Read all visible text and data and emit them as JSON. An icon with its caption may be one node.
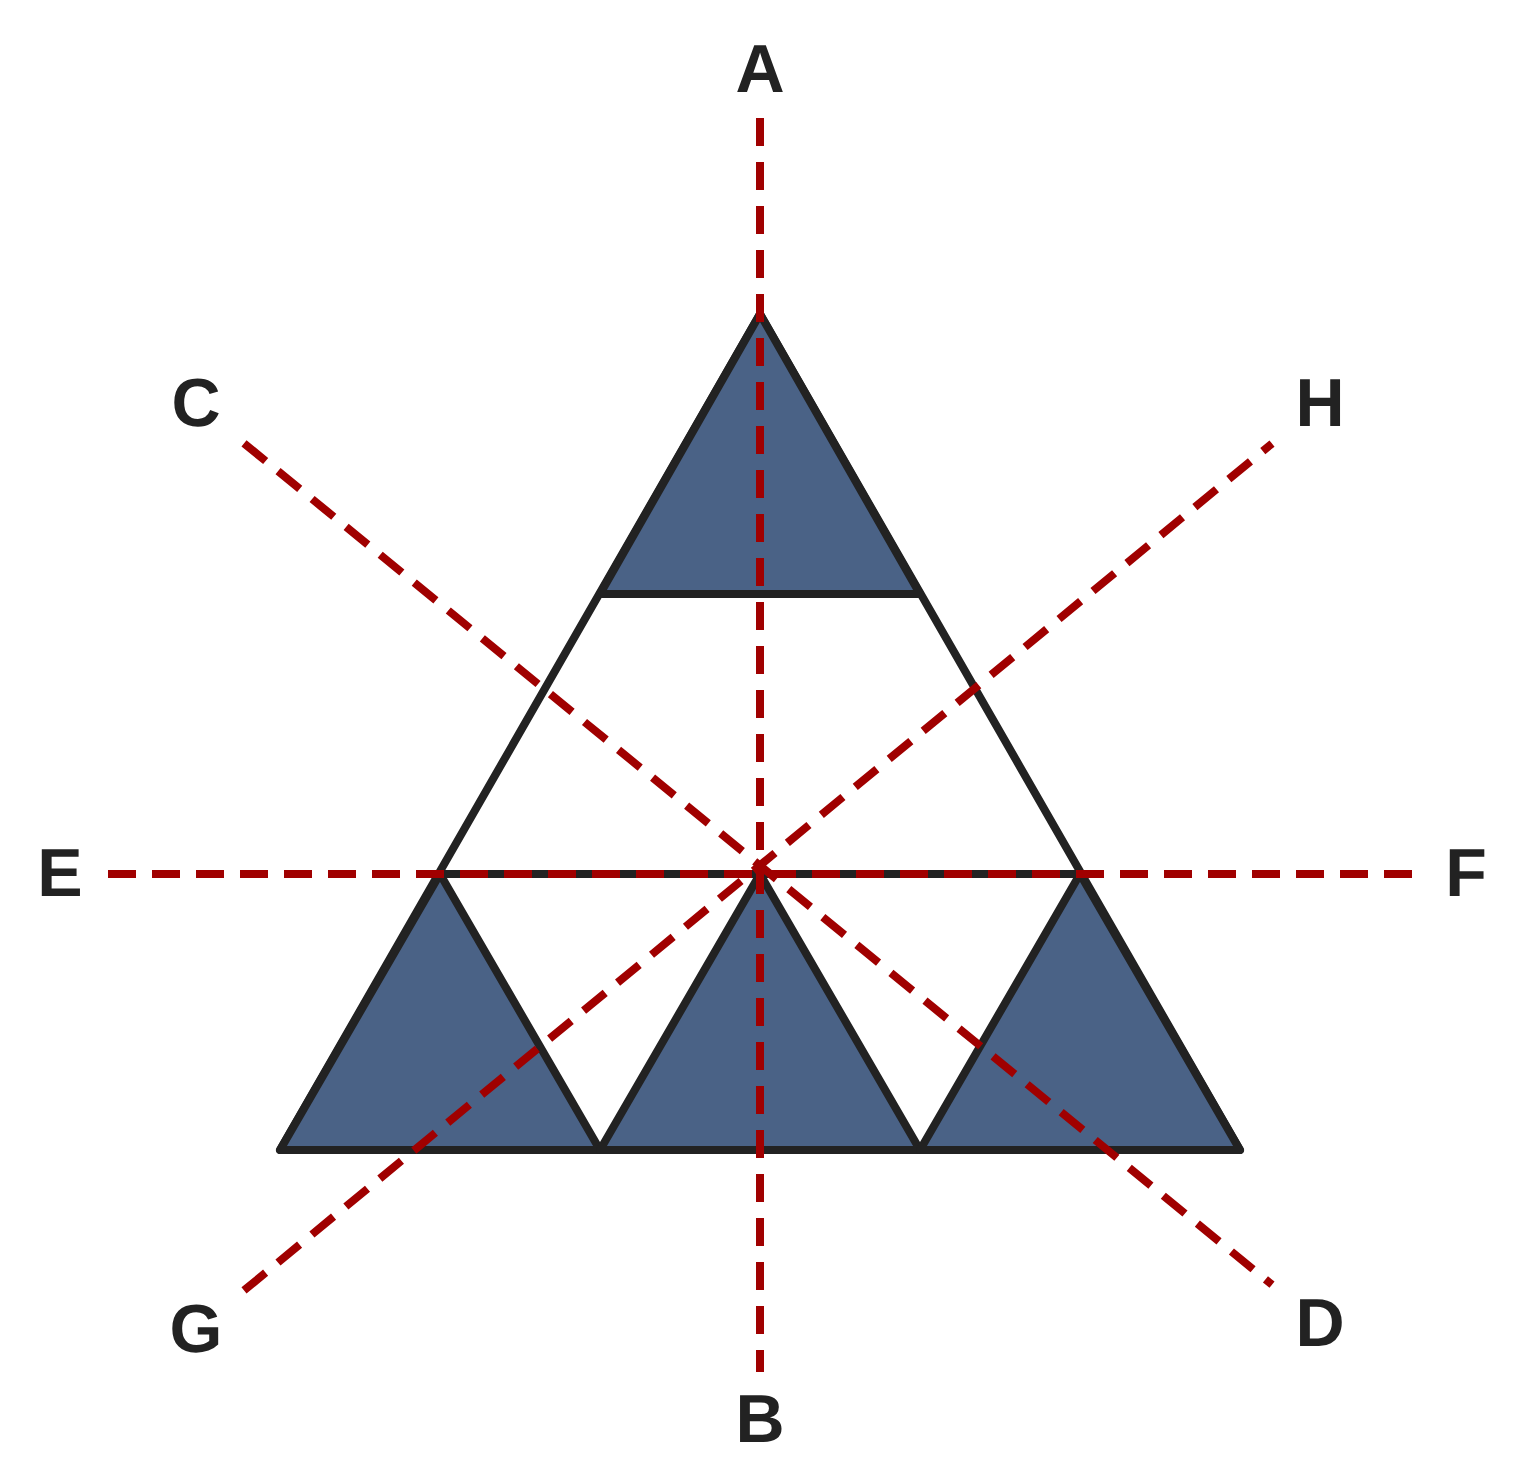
{
  "diagram": {
    "nodes": [
      {
        "text": [
          "A"
        ]
      },
      {
        "text": [
          "B"
        ]
      },
      {
        "text": [
          "C"
        ]
      },
      {
        "text": [
          "D"
        ]
      },
      {
        "text": [
          "E"
        ]
      },
      {
        "text": [
          "F"
        ]
      },
      {
        "text": [
          "G"
        ]
      },
      {
        "text": [
          "H"
        ]
      }
    ],
    "edges": [
      {
        "from": 0,
        "to": 1,
        "arrow": "none",
        "style": "dashed",
        "color": "#a00000"
      },
      {
        "from": 2,
        "to": 3,
        "arrow": "none",
        "style": "dashed",
        "color": "#a00000"
      },
      {
        "from": 4,
        "to": 5,
        "arrow": "none",
        "style": "dashed",
        "color": "#a00000"
      },
      {
        "from": 6,
        "to": 7,
        "arrow": "none",
        "style": "dashed",
        "color": "#a00000"
      }
    ]
  }
}
